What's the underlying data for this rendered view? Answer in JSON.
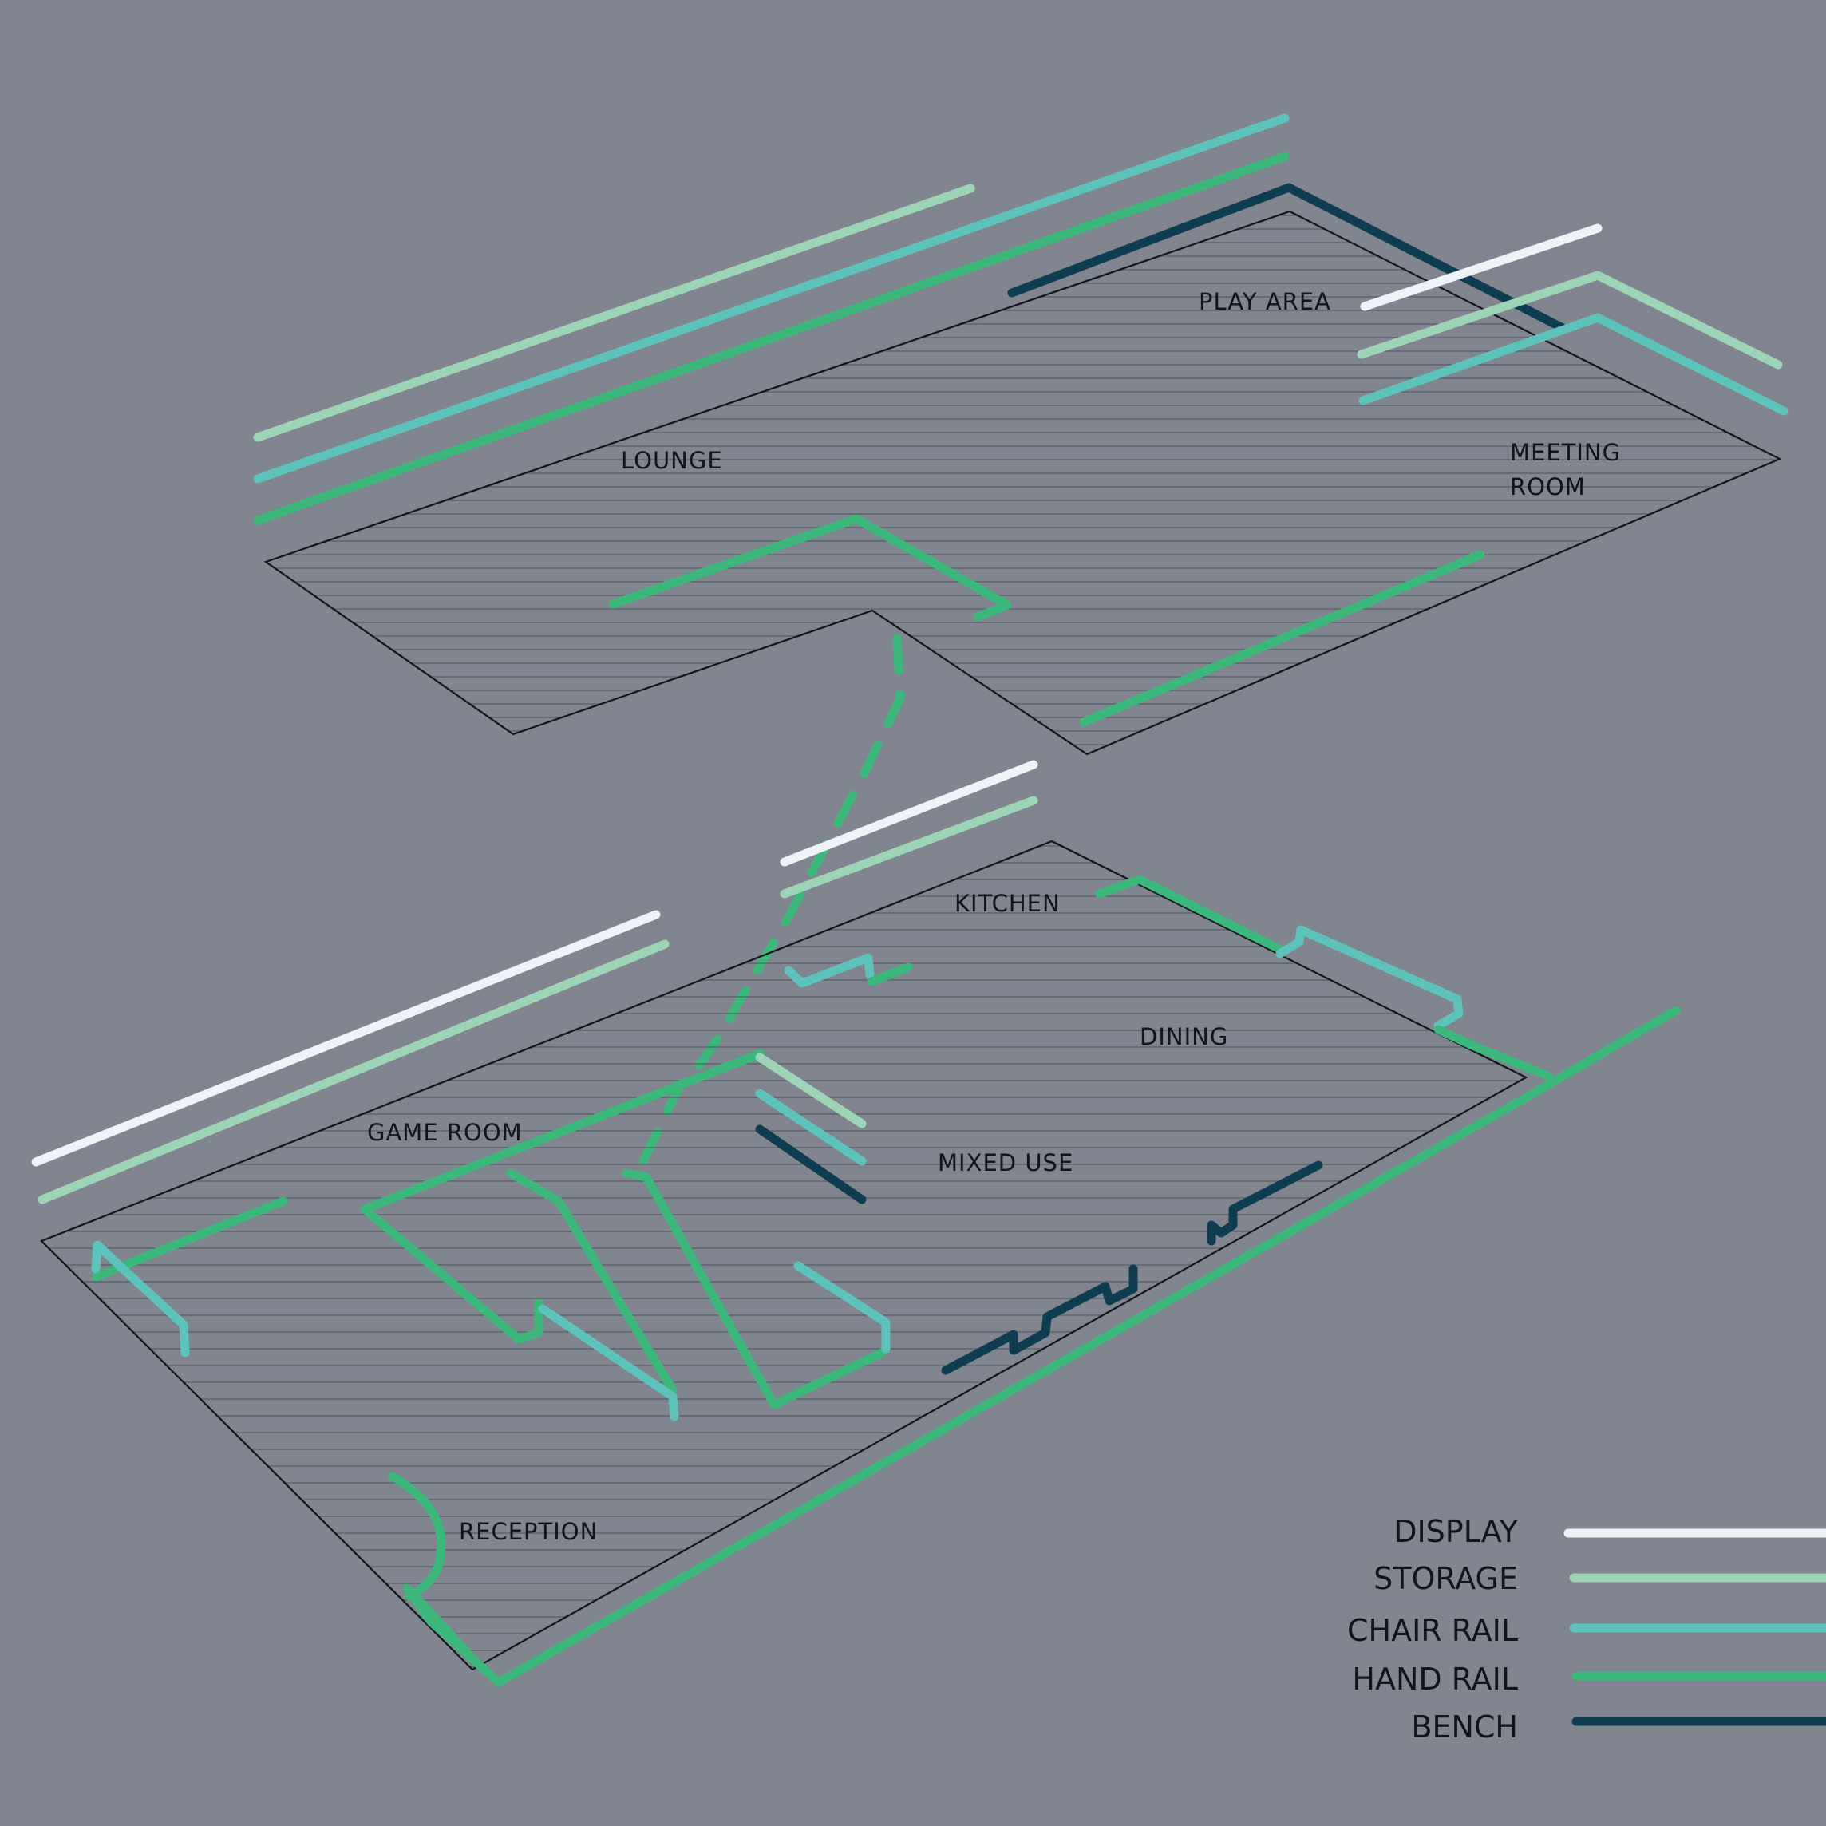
{
  "rooms": {
    "lounge": "LOUNGE",
    "play_area": "PLAY AREA",
    "meeting_room_line1": "MEETING",
    "meeting_room_line2": "ROOM",
    "kitchen": "KITCHEN",
    "dining": "DINING",
    "game_room": "GAME ROOM",
    "mixed_use": "MIXED USE",
    "reception": "RECEPTION"
  },
  "legend": {
    "display": "DISPLAY",
    "storage": "STORAGE",
    "chair_rail": "CHAIR RAIL",
    "hand_rail": "HAND RAIL",
    "bench": "BENCH"
  },
  "colors": {
    "background": "#80858f",
    "display": "#eef3f8",
    "storage": "#9dd4b8",
    "chair_rail": "#5cc2bb",
    "hand_rail": "#3db87c",
    "bench": "#0e3d52",
    "outline": "#111418"
  }
}
